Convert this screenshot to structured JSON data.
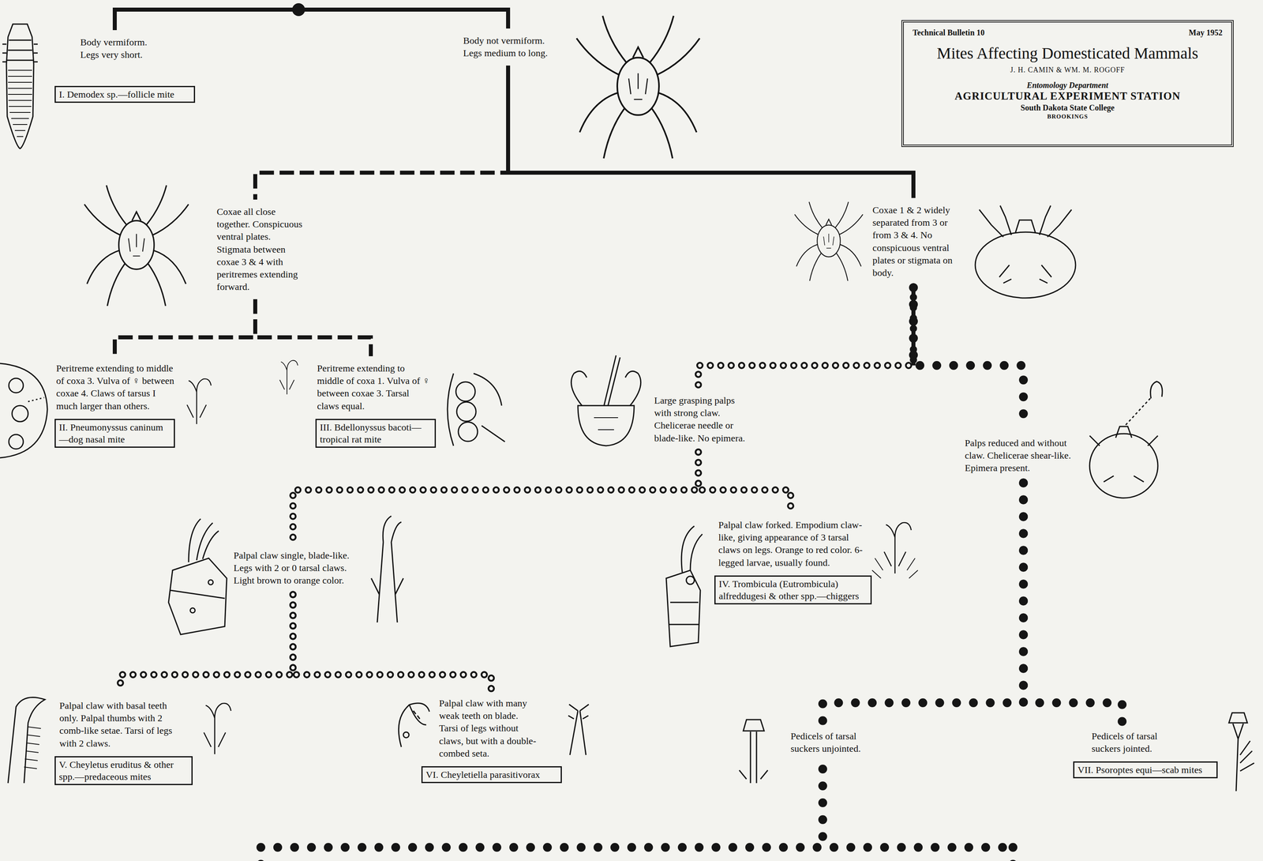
{
  "diagram": {
    "title": "Mites Affecting Domesticated Mammals",
    "nodes": [
      {
        "text": [
          "Technical Bulletin 10",
          "May 1952",
          "J. H. CAMIN & WM. M. ROGOFF",
          "Entomology Department",
          "AGRICULTURAL EXPERIMENT STATION",
          "South Dakota State College",
          "BROOKINGS"
        ]
      },
      {
        "text": [
          "Body vermiform. Legs very short."
        ]
      },
      {
        "text": [
          "I. Demodex sp.—follicle mite"
        ]
      },
      {
        "text": [
          "Body not vermiform. Legs medium to long."
        ]
      },
      {
        "text": [
          "Coxae all close together. Conspicuous ventral plates. Stigmata between coxae 3 & 4 with peritremes extending forward."
        ]
      },
      {
        "text": [
          "Coxae 1 & 2 widely separated from 3 or from 3 & 4. No conspicuous ventral plates or stigmata on body."
        ]
      },
      {
        "text": [
          "Peritreme extending to middle of coxa 3. Vulva of ♀ between coxae 4. Claws of tarsus I much larger than others."
        ]
      },
      {
        "text": [
          "II. Pneumonyssus caninum—dog nasal mite"
        ]
      },
      {
        "text": [
          "Peritreme extending to middle of coxa 1. Vulva of ♀ between coxae 3. Tarsal claws equal."
        ]
      },
      {
        "text": [
          "III. Bdellonyssus bacoti—tropical rat mite"
        ]
      },
      {
        "text": [
          "Large grasping palps with strong claw. Chelicerae needle or blade-like. No epimera."
        ]
      },
      {
        "text": [
          "Palps reduced and without claw. Chelicerae shear-like. Epimera present."
        ]
      },
      {
        "text": [
          "Palpal claw single, blade-like. Legs with 2 or 0 tarsal claws. Light brown to orange color."
        ]
      },
      {
        "text": [
          "Palpal claw forked. Empodium claw-like, giving appearance of 3 tarsal claws on legs. Orange to red color. 6-legged larvae, usually found."
        ]
      },
      {
        "text": [
          "IV. Trombicula (Eutrombicula) alfreddugesi & other spp.—chiggers"
        ]
      },
      {
        "text": [
          "Palpal claw with basal teeth only. Palpal thumbs with 2 comb-like setae. Tarsi of legs with 2 claws."
        ]
      },
      {
        "text": [
          "V. Cheyletus eruditus & other spp.—predaceous mites"
        ]
      },
      {
        "text": [
          "Palpal claw with many weak teeth on blade. Tarsi of legs without claws, but with a double-combed seta."
        ]
      },
      {
        "text": [
          "VI. Cheyletiella parasitivorax"
        ]
      },
      {
        "text": [
          "Pedicels of tarsal suckers unjointed."
        ]
      },
      {
        "text": [
          "Pedicels of tarsal suckers jointed."
        ]
      },
      {
        "text": [
          "VII. Psoroptes equi—scab mites"
        ]
      }
    ],
    "edges": [
      {
        "from": 1,
        "to": 3,
        "arrow": "none"
      },
      {
        "from": 3,
        "to": 4,
        "arrow": "none"
      },
      {
        "from": 3,
        "to": 5,
        "arrow": "none"
      },
      {
        "from": 4,
        "to": 6,
        "arrow": "none"
      },
      {
        "from": 4,
        "to": 8,
        "arrow": "none"
      },
      {
        "from": 5,
        "to": 10,
        "arrow": "none"
      },
      {
        "from": 5,
        "to": 11,
        "arrow": "none"
      },
      {
        "from": 10,
        "to": 12,
        "arrow": "none"
      },
      {
        "from": 10,
        "to": 13,
        "arrow": "none"
      },
      {
        "from": 11,
        "to": 19,
        "arrow": "none"
      },
      {
        "from": 11,
        "to": 20,
        "arrow": "none"
      },
      {
        "from": 12,
        "to": 15,
        "arrow": "none"
      },
      {
        "from": 12,
        "to": 17,
        "arrow": "none"
      }
    ]
  }
}
